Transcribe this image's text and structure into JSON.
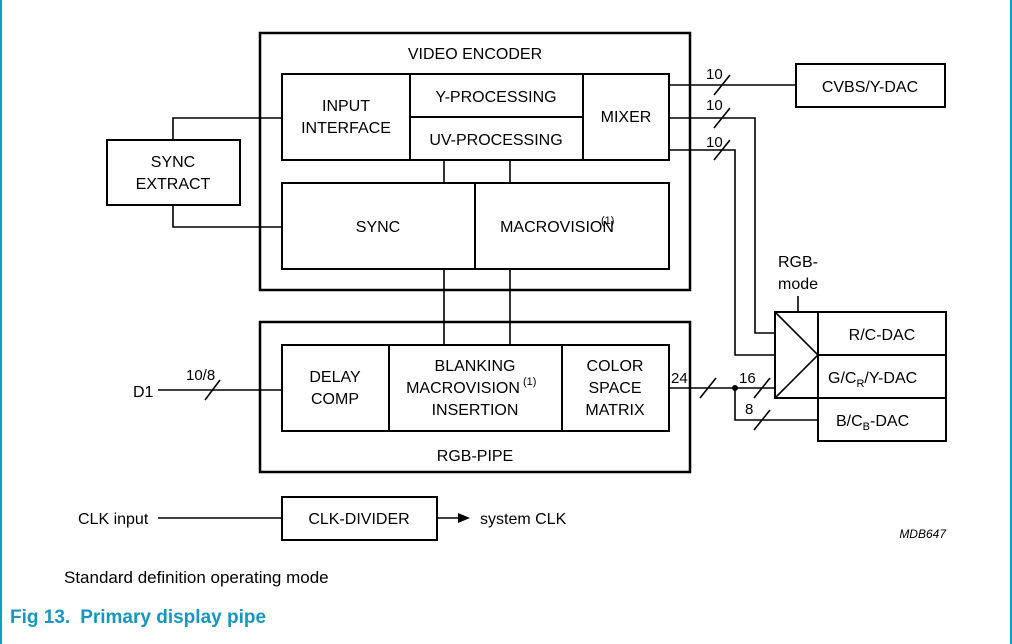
{
  "blocks": {
    "video_encoder": "VIDEO ENCODER",
    "input_interface_1": "INPUT",
    "input_interface_2": "INTERFACE",
    "y_processing": "Y-PROCESSING",
    "uv_processing": "UV-PROCESSING",
    "mixer": "MIXER",
    "sync_extract_1": "SYNC",
    "sync_extract_2": "EXTRACT",
    "sync": "SYNC",
    "macrovision": "MACROVISION",
    "macrovision_sup": "(1)",
    "cvbs_dac": "CVBS/Y-DAC",
    "rgb_mode_1": "RGB-",
    "rgb_mode_2": "mode",
    "r_dac": "R/C-DAC",
    "g_dac_pre": "G/C",
    "g_dac_sub": "R",
    "g_dac_post": "/Y-DAC",
    "b_dac_pre": "B/C",
    "b_dac_sub": "B",
    "b_dac_post": "-DAC",
    "delay_comp_1": "DELAY",
    "delay_comp_2": "COMP",
    "blanking_1": "BLANKING",
    "blanking_2": "MACROVISION",
    "blanking_2_sup": "(1)",
    "blanking_3": "INSERTION",
    "color_space_1": "COLOR",
    "color_space_2": "SPACE",
    "color_space_3": "MATRIX",
    "rgb_pipe": "RGB-PIPE",
    "d1": "D1",
    "clk_input": "CLK input",
    "clk_divider": "CLK-DIVIDER",
    "system_clk": "system CLK",
    "code": "MDB647"
  },
  "bus_widths": {
    "cvbs": "10",
    "mixer_2": "10",
    "mixer_3": "10",
    "d1": "10/8",
    "matrix_out": "24",
    "to_rgb": "16",
    "to_b": "8"
  },
  "caption": "Standard definition operating mode",
  "figure": {
    "number": "Fig 13.",
    "title": "Primary display pipe"
  }
}
